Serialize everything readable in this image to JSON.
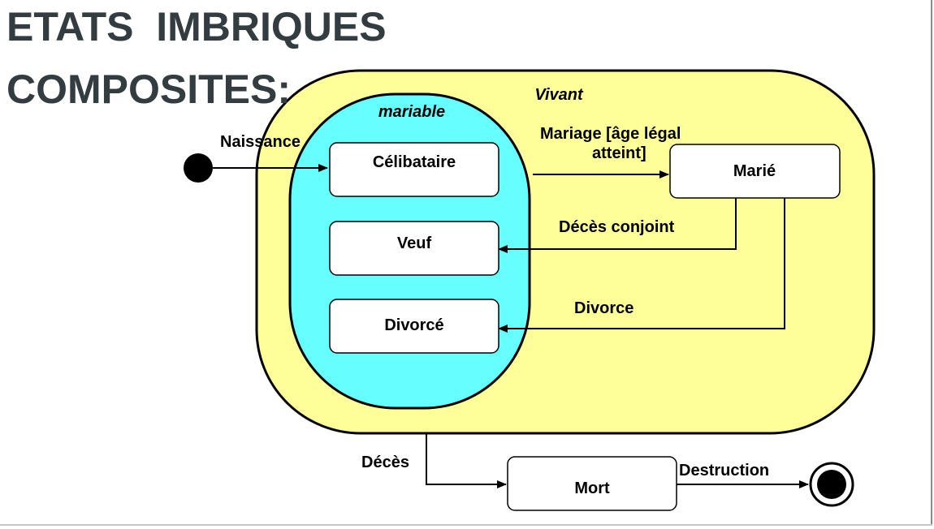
{
  "title": {
    "line1": "ETATS  IMBRIQUES",
    "line2": "COMPOSITES:"
  },
  "colors": {
    "vivant_fill": "#ffff99",
    "mariable_fill": "#66ffff",
    "state_fill": "#ffffff",
    "stroke": "#000000",
    "title_color": "#333c40"
  },
  "composite_states": {
    "vivant": "Vivant",
    "mariable": "mariable"
  },
  "states": {
    "celibataire": "Célibataire",
    "veuf": "Veuf",
    "divorce": "Divorcé",
    "marie": "Marié",
    "mort": "Mort"
  },
  "transitions": {
    "naissance": "Naissance",
    "mariage_line1": "Mariage [âge légal",
    "mariage_line2": "atteint]",
    "deces_conjoint": "Décès conjoint",
    "divorce": "Divorce",
    "deces": "Décès",
    "destruction": "Destruction"
  }
}
